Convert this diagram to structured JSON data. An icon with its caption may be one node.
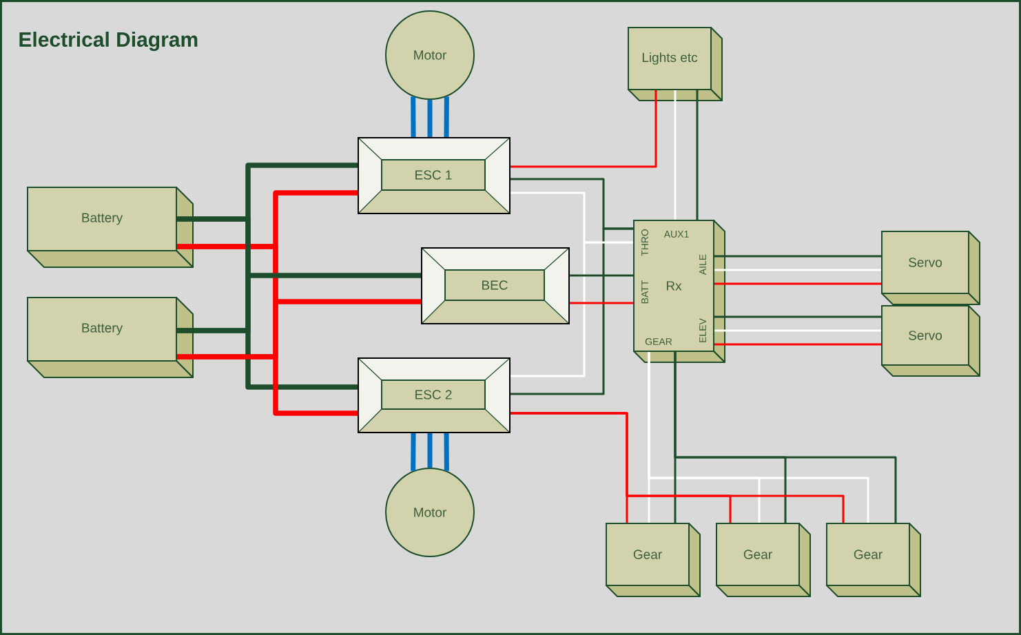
{
  "diagram": {
    "title": "Electrical Diagram",
    "nodes": [
      {
        "text": [
          "Battery"
        ]
      },
      {
        "text": [
          "Battery"
        ]
      },
      {
        "text": [
          "Motor"
        ]
      },
      {
        "text": [
          "ESC 1"
        ]
      },
      {
        "text": [
          "BEC"
        ]
      },
      {
        "text": [
          "ESC 2"
        ]
      },
      {
        "text": [
          "Motor"
        ]
      },
      {
        "text": [
          "Lights etc"
        ]
      },
      {
        "text": [
          "Rx",
          "THRO",
          "AUX1",
          "BATT",
          "AILE",
          "ELEV",
          "GEAR"
        ]
      },
      {
        "text": [
          "Servo"
        ]
      },
      {
        "text": [
          "Servo"
        ]
      },
      {
        "text": [
          "Gear"
        ]
      },
      {
        "text": [
          "Gear"
        ]
      },
      {
        "text": [
          "Gear"
        ]
      }
    ],
    "edges": [
      {
        "from": 0,
        "to": 3,
        "arrow": "none",
        "style": "thick"
      },
      {
        "from": 0,
        "to": 3,
        "arrow": "none",
        "style": "thick",
        "color": "#ff0000"
      },
      {
        "from": 0,
        "to": 4,
        "arrow": "none",
        "style": "thick"
      },
      {
        "from": 0,
        "to": 4,
        "arrow": "none",
        "style": "thick",
        "color": "#ff0000"
      },
      {
        "from": 0,
        "to": 5,
        "arrow": "none",
        "style": "thick"
      },
      {
        "from": 0,
        "to": 5,
        "arrow": "none",
        "style": "thick",
        "color": "#ff0000"
      },
      {
        "from": 1,
        "to": 3,
        "arrow": "none",
        "style": "thick"
      },
      {
        "from": 1,
        "to": 3,
        "arrow": "none",
        "style": "thick",
        "color": "#ff0000"
      },
      {
        "from": 1,
        "to": 4,
        "arrow": "none",
        "style": "thick"
      },
      {
        "from": 1,
        "to": 4,
        "arrow": "none",
        "style": "thick",
        "color": "#ff0000"
      },
      {
        "from": 1,
        "to": 5,
        "arrow": "none",
        "style": "thick"
      },
      {
        "from": 1,
        "to": 5,
        "arrow": "none",
        "style": "thick",
        "color": "#ff0000"
      },
      {
        "from": 2,
        "to": 3,
        "arrow": "none",
        "style": "thick",
        "color": "#0070c0"
      },
      {
        "from": 2,
        "to": 3,
        "arrow": "none",
        "style": "thick",
        "color": "#0070c0"
      },
      {
        "from": 2,
        "to": 3,
        "arrow": "none",
        "style": "thick",
        "color": "#0070c0"
      },
      {
        "from": 5,
        "to": 6,
        "arrow": "none",
        "style": "thick",
        "color": "#0070c0"
      },
      {
        "from": 5,
        "to": 6,
        "arrow": "none",
        "style": "thick",
        "color": "#0070c0"
      },
      {
        "from": 5,
        "to": 6,
        "arrow": "none",
        "style": "thick",
        "color": "#0070c0"
      },
      {
        "from": 3,
        "to": 8,
        "arrow": "none"
      },
      {
        "from": 3,
        "to": 8,
        "arrow": "none",
        "color": "#ffffff"
      },
      {
        "from": 5,
        "to": 8,
        "arrow": "none"
      },
      {
        "from": 5,
        "to": 8,
        "arrow": "none",
        "color": "#ffffff"
      },
      {
        "from": 3,
        "to": 7,
        "arrow": "none",
        "color": "#ff0000"
      },
      {
        "from": 4,
        "to": 8,
        "arrow": "none"
      },
      {
        "from": 4,
        "to": 8,
        "arrow": "none",
        "color": "#ff0000"
      },
      {
        "from": 8,
        "to": 7,
        "arrow": "none",
        "color": "#ffffff"
      },
      {
        "from": 8,
        "to": 7,
        "arrow": "none"
      },
      {
        "from": 8,
        "to": 9,
        "arrow": "none"
      },
      {
        "from": 8,
        "to": 9,
        "arrow": "none",
        "color": "#ffffff"
      },
      {
        "from": 8,
        "to": 9,
        "arrow": "none",
        "color": "#ff0000"
      },
      {
        "from": 8,
        "to": 10,
        "arrow": "none"
      },
      {
        "from": 8,
        "to": 10,
        "arrow": "none",
        "color": "#ffffff"
      },
      {
        "from": 8,
        "to": 10,
        "arrow": "none",
        "color": "#ff0000"
      },
      {
        "from": 8,
        "to": 11,
        "arrow": "none",
        "color": "#ffffff"
      },
      {
        "from": 8,
        "to": 12,
        "arrow": "none",
        "color": "#ffffff"
      },
      {
        "from": 8,
        "to": 13,
        "arrow": "none",
        "color": "#ffffff"
      },
      {
        "from": 8,
        "to": 11,
        "arrow": "none"
      },
      {
        "from": 8,
        "to": 12,
        "arrow": "none"
      },
      {
        "from": 8,
        "to": 13,
        "arrow": "none"
      },
      {
        "from": 5,
        "to": 11,
        "arrow": "none",
        "color": "#ff0000"
      },
      {
        "from": 5,
        "to": 12,
        "arrow": "none",
        "color": "#ff0000"
      },
      {
        "from": 5,
        "to": 13,
        "arrow": "none",
        "color": "#ff0000"
      }
    ]
  }
}
